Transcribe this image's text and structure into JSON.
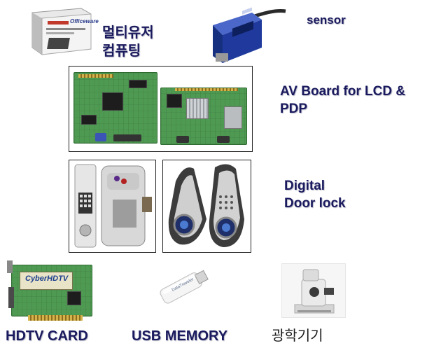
{
  "labels": {
    "multitouch": [
      "멀티유저",
      "컴퓨팅"
    ],
    "sensor": "sensor",
    "av_board": [
      "AV Board for LCD &",
      "PDP"
    ],
    "door_lock": [
      "Digital",
      "Door lock"
    ],
    "hdtv": "HDTV CARD",
    "usb": "USB MEMORY",
    "optical": "광학기기"
  },
  "product_text": {
    "software_box": "Officeware",
    "hdtv_card": "CyberHDTV",
    "usb_stick": "DataTraveler"
  },
  "colors": {
    "label_text": "#1a1a5e",
    "pcb_green": "#4f9a52",
    "sensor_blue": "#1f3a9c"
  }
}
